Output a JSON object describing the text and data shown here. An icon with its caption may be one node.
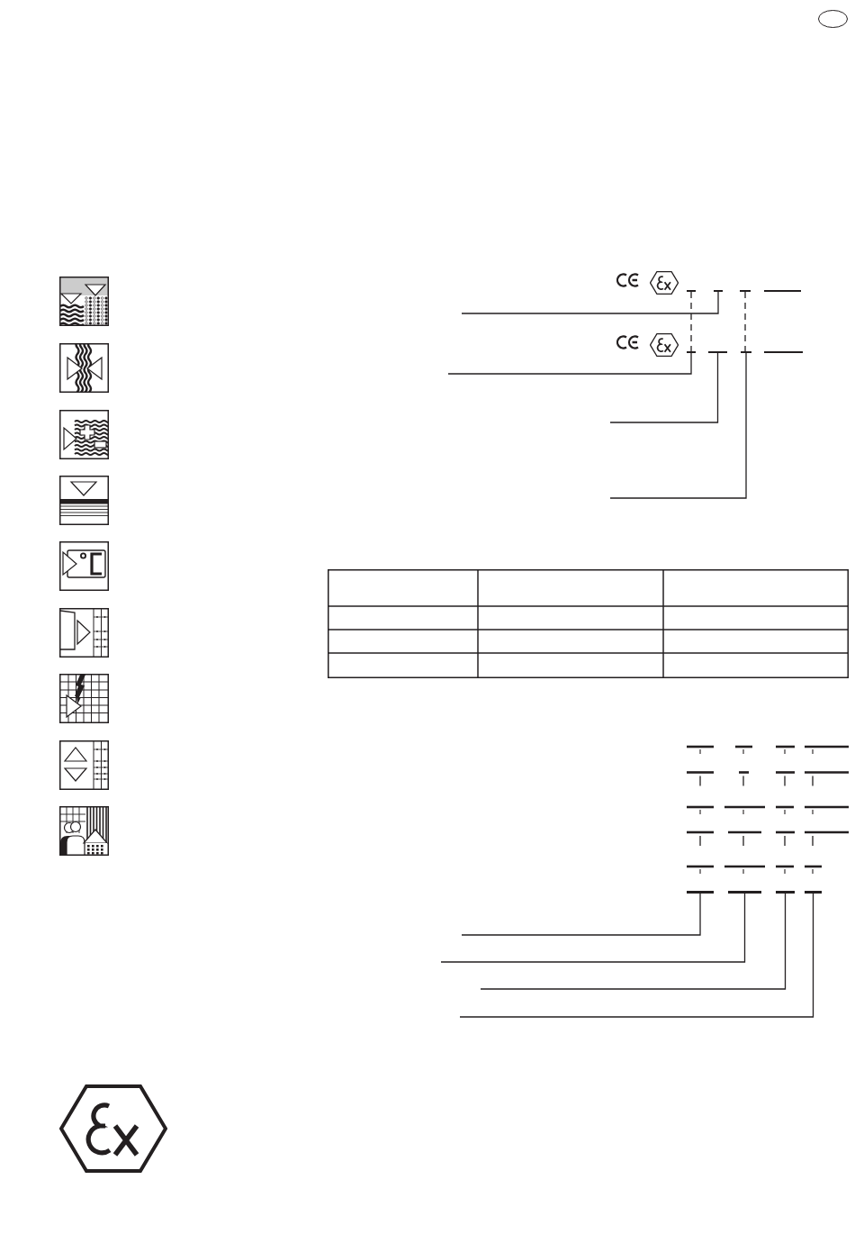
{
  "diagram": {
    "nodes": [
      {
        "text": [],
        "shape": "bar"
      },
      {
        "text": [],
        "shape": "bar"
      },
      {
        "text": [],
        "shape": "bar"
      },
      {
        "text": [],
        "shape": "bar"
      },
      {
        "text": [],
        "shape": "bar"
      },
      {
        "text": [],
        "shape": "bar"
      },
      {
        "text": [],
        "shape": "bar"
      },
      {
        "text": [],
        "shape": "bar"
      },
      {
        "text": [],
        "shape": "bar"
      },
      {
        "text": [],
        "shape": "bar"
      }
    ],
    "edges": [
      {
        "from": 0,
        "to": 3,
        "arrow": "none",
        "style": "dashed"
      },
      {
        "from": 2,
        "to": 5,
        "arrow": "none",
        "style": "dashed"
      },
      {
        "from": null,
        "to": 1,
        "arrow": "none"
      },
      {
        "from": null,
        "to": 3,
        "arrow": "none"
      },
      {
        "from": null,
        "to": 4,
        "arrow": "none"
      },
      {
        "from": null,
        "to": 5,
        "arrow": "none"
      },
      {
        "from": null,
        "to": 6,
        "arrow": "none"
      },
      {
        "from": null,
        "to": 7,
        "arrow": "none"
      },
      {
        "from": null,
        "to": 8,
        "arrow": "none"
      },
      {
        "from": null,
        "to": 9,
        "arrow": "none"
      }
    ]
  }
}
